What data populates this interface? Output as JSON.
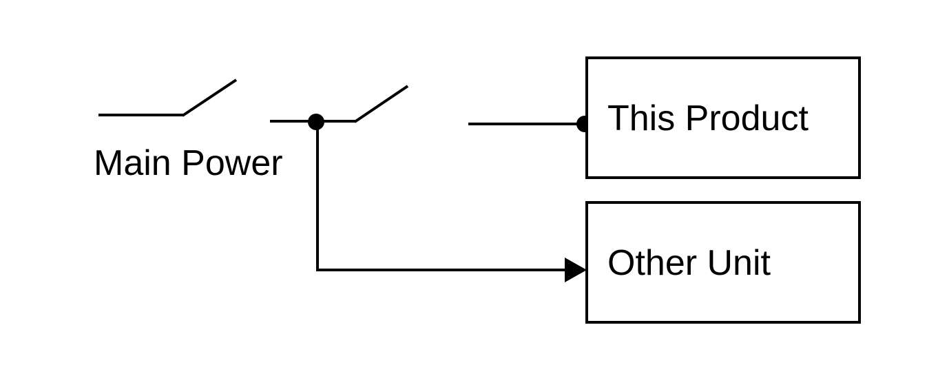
{
  "labels": {
    "main_power": "Main Power",
    "this_product": "This Product",
    "other_unit": "Other Unit"
  },
  "colors": {
    "line": "#000000",
    "background": "#ffffff"
  }
}
